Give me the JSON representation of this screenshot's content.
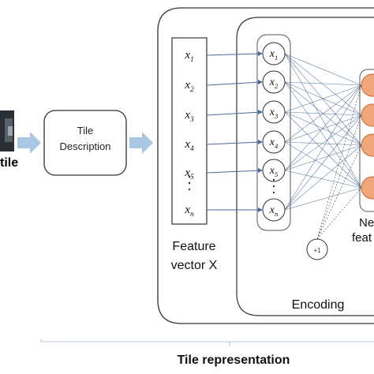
{
  "input": {
    "label": "tile"
  },
  "tile_description": {
    "line1": "Tile",
    "line2": "Description"
  },
  "feature_vector": {
    "items": [
      {
        "base": "x",
        "sub": "1"
      },
      {
        "base": "x",
        "sub": "2"
      },
      {
        "base": "x",
        "sub": "3"
      },
      {
        "base": "x",
        "sub": "4"
      },
      {
        "base": "x",
        "sub": "5"
      },
      {
        "base": "x",
        "sub": "n"
      }
    ],
    "label_line1": "Feature",
    "label_line2": "vector X"
  },
  "input_layer": {
    "nodes": [
      {
        "base": "x",
        "sub": "1"
      },
      {
        "base": "x",
        "sub": "2"
      },
      {
        "base": "x",
        "sub": "3"
      },
      {
        "base": "x",
        "sub": "4"
      },
      {
        "base": "x",
        "sub": "5"
      },
      {
        "base": "x",
        "sub": "n"
      }
    ],
    "bias_label": "+1"
  },
  "encoding": {
    "label": "Encoding"
  },
  "neural_features": {
    "label_line1": "Ne",
    "label_line2": "feat"
  },
  "tile_representation": {
    "label": "Tile representation"
  },
  "colors": {
    "arrow": "#a9c7e3",
    "line": "#4a6a9a",
    "box_stroke": "#333333",
    "neuron_fill": "#f2a77a",
    "neuron_stroke": "#c46a3a",
    "brace": "#b8c4d4"
  }
}
